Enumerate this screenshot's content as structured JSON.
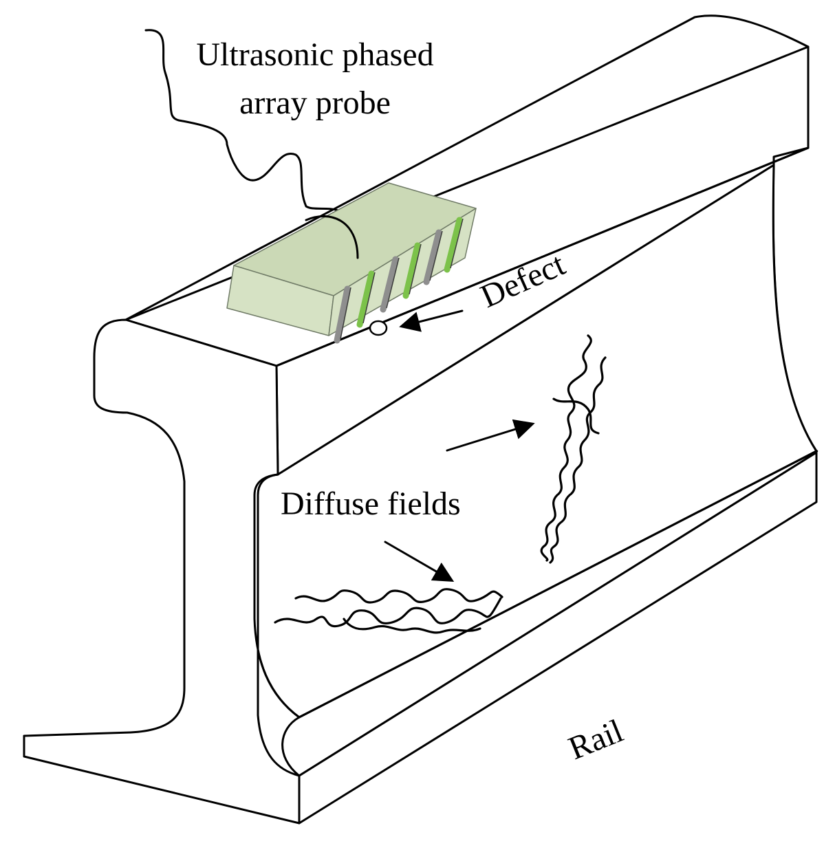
{
  "labels": {
    "probe_line1": "Ultrasonic phased",
    "probe_line2": "array probe",
    "defect": "Defect",
    "diffuse": "Diffuse fields",
    "rail": "Rail"
  },
  "colors": {
    "probe_fill": "#d6e2c4",
    "probe_top": "#cbd9b6",
    "element_green": "#7cc24a",
    "element_gray": "#8e8e8e"
  },
  "icons": {
    "arrow": "arrow-icon",
    "crack": "crack-wave",
    "defect": "defect-ellipse"
  }
}
